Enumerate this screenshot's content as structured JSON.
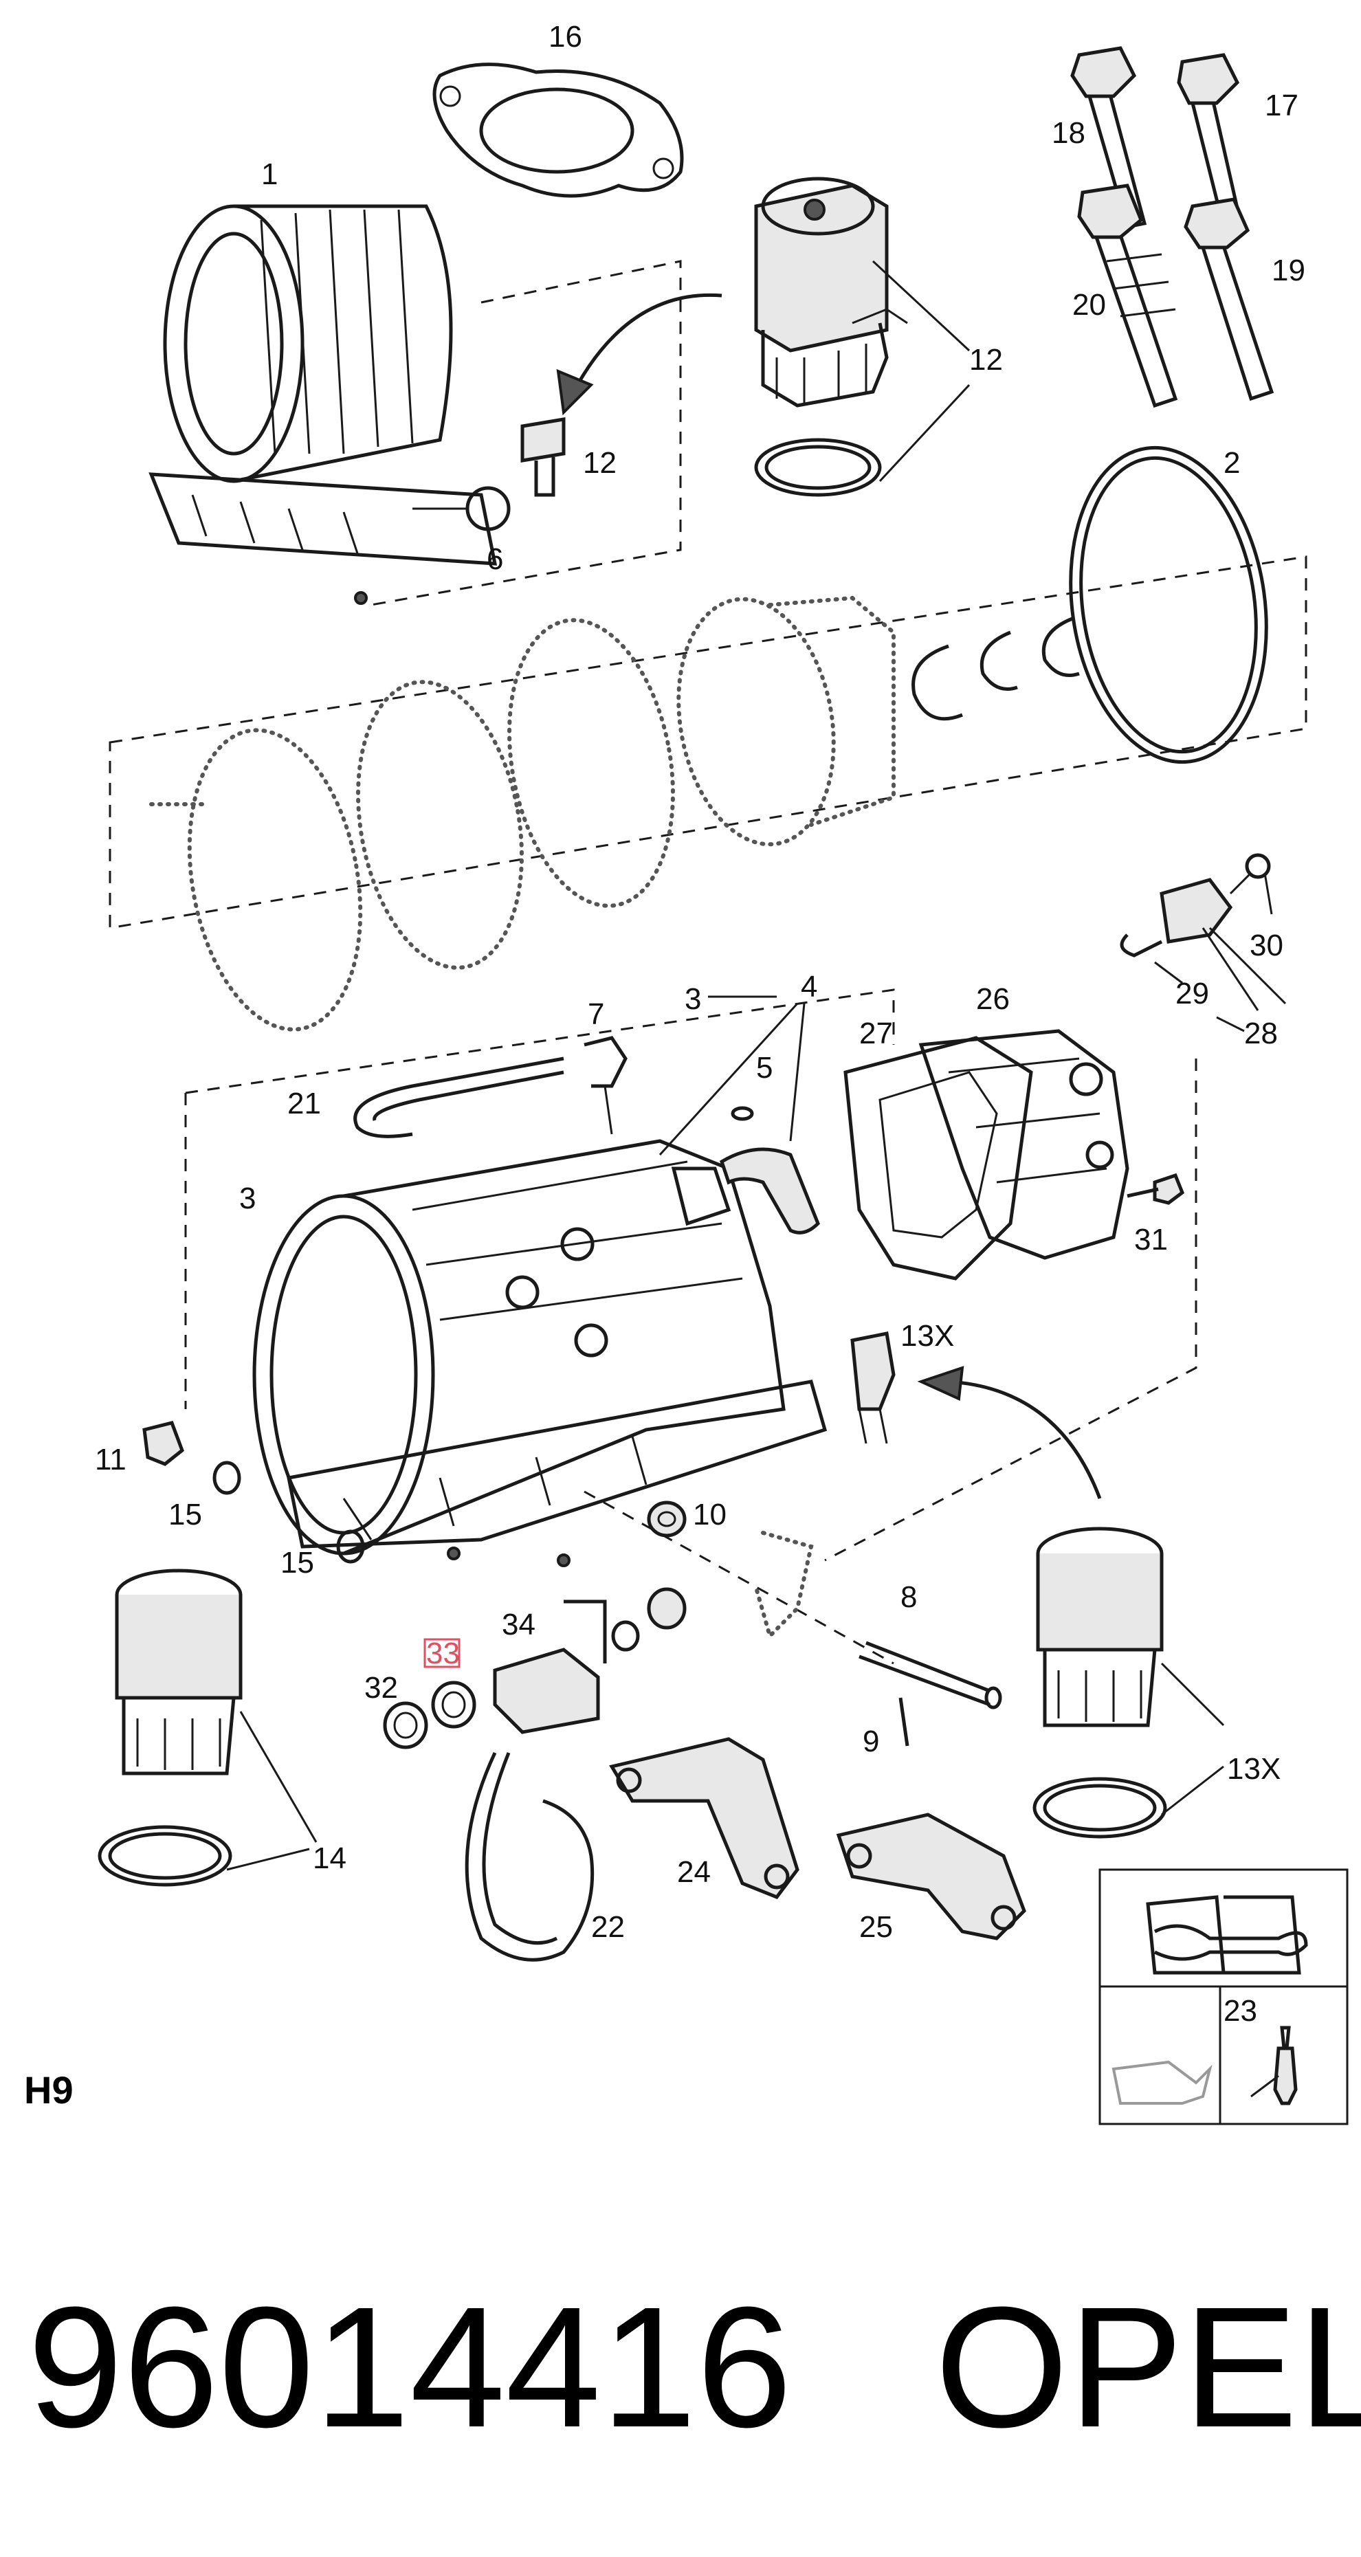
{
  "section_code": "H9",
  "part_number": "96014416",
  "brand": "OPEL",
  "highlighted_label": "33",
  "labels": {
    "l1": "1",
    "l2": "2",
    "l3a": "3",
    "l3b": "3",
    "l4": "4",
    "l5": "5",
    "l6": "6",
    "l7": "7",
    "l8": "8",
    "l9": "9",
    "l10": "10",
    "l11": "11",
    "l12a": "12",
    "l12b": "12",
    "l13xa": "13X",
    "l13xb": "13X",
    "l14": "14",
    "l15a": "15",
    "l15b": "15",
    "l16": "16",
    "l17": "17",
    "l18": "18",
    "l19": "19",
    "l20": "20",
    "l21": "21",
    "l22": "22",
    "l23": "23",
    "l24": "24",
    "l25": "25",
    "l26": "26",
    "l27": "27",
    "l28": "28",
    "l29": "29",
    "l30": "30",
    "l31": "31",
    "l32": "32",
    "l34": "34"
  },
  "colors": {
    "highlight": "#e05060",
    "ink": "#1a1a1a"
  },
  "icons": [
    "repair-manual-icon",
    "oil-can-icon",
    "sealant-tube-icon"
  ]
}
